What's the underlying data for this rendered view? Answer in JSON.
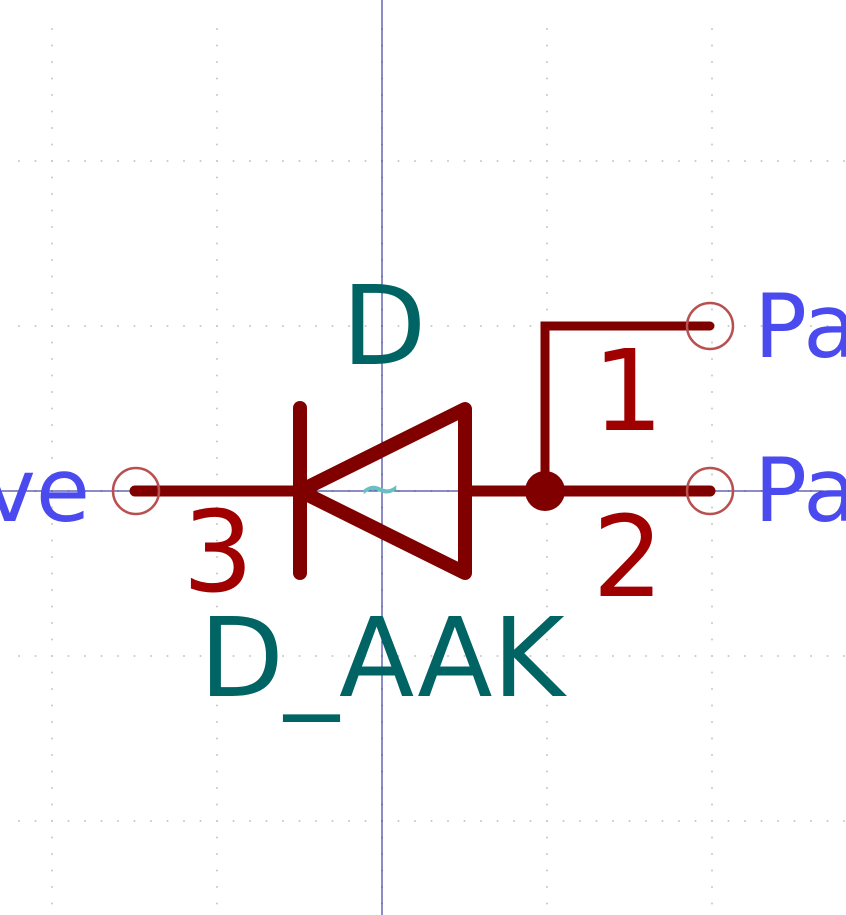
{
  "colors": {
    "background": "#ffffff",
    "grid_dot": "#c8c8c8",
    "axis": "#1a1a8c",
    "symbol_body": "#800000",
    "pin_number": "#a00000",
    "pin_end": "#b85050",
    "reference": "#006464",
    "value": "#006464",
    "pin_name": "#4a4aee",
    "hidden_field": "#6ac0c0"
  },
  "symbol": {
    "reference": "D",
    "value": "D_AAK",
    "hidden_field": "~"
  },
  "pins": [
    {
      "number": "1",
      "name": "Pa"
    },
    {
      "number": "2",
      "name": "Pa"
    },
    {
      "number": "3",
      "name": "ve"
    }
  ]
}
